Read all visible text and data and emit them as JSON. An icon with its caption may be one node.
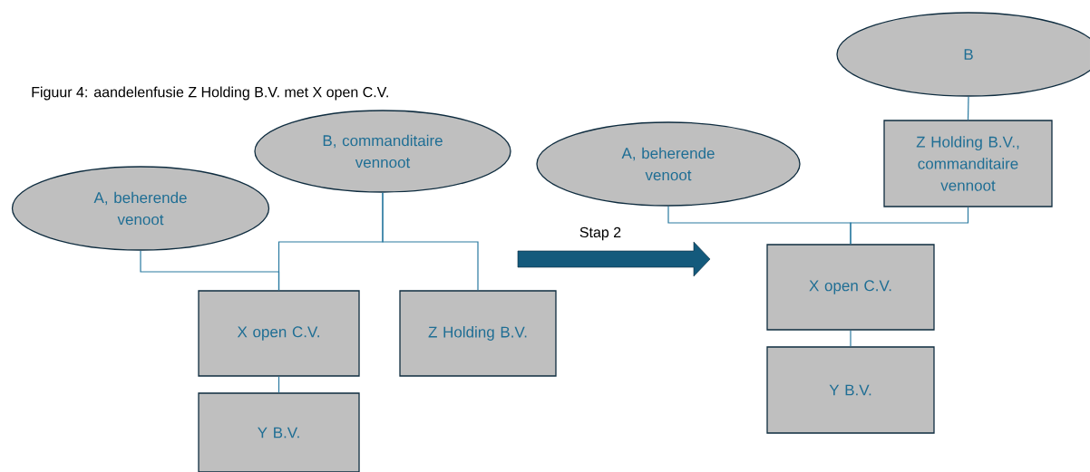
{
  "diagram": {
    "title": "Figuur 4: aandelenfusie Z Holding B.V. met X open C.V.",
    "nodes": [
      {
        "text": [
          "A, beherende venoot"
        ]
      },
      {
        "text": [
          "B, commanditaire vennoot"
        ]
      },
      {
        "text": [
          "X open C.V."
        ]
      },
      {
        "text": [
          "Z Holding B.V."
        ]
      },
      {
        "text": [
          "Y B.V."
        ]
      },
      {
        "text": [
          "B"
        ]
      },
      {
        "text": [
          "A, beherende venoot"
        ]
      },
      {
        "text": [
          "Z Holding B.V., commanditaire vennoot"
        ]
      },
      {
        "text": [
          "X open C.V."
        ]
      },
      {
        "text": [
          "Y B.V."
        ]
      }
    ],
    "edges": [
      {
        "from": 0,
        "to": 2,
        "arrow": "none"
      },
      {
        "from": 1,
        "to": 2,
        "arrow": "none"
      },
      {
        "from": 1,
        "to": 3,
        "arrow": "none"
      },
      {
        "from": 2,
        "to": 4,
        "arrow": "none"
      },
      {
        "from": 5,
        "to": 7,
        "arrow": "none"
      },
      {
        "from": 6,
        "to": 8,
        "arrow": "none"
      },
      {
        "from": 7,
        "to": 8,
        "arrow": "none"
      },
      {
        "from": 8,
        "to": 9,
        "arrow": "none"
      }
    ],
    "labels": [
      "Stap 2"
    ]
  }
}
